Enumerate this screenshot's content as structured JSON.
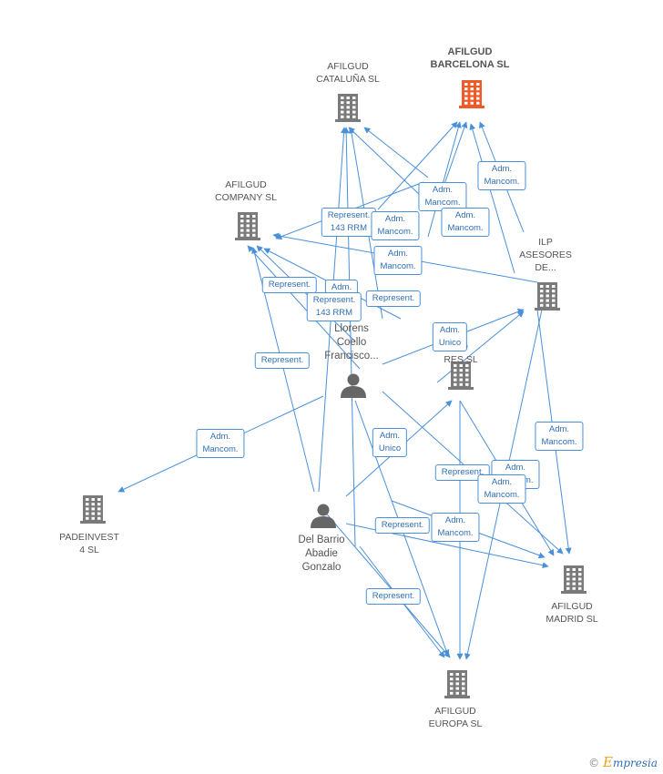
{
  "colors": {
    "edge": "#4a90d9",
    "company": "#7a7a7a",
    "focus_company": "#f05a28",
    "person": "#666666"
  },
  "nodes": {
    "cataluna": {
      "label_lines": [
        "AFILGUD",
        "CATALUÑA SL"
      ],
      "kind": "company",
      "icon": "building-icon"
    },
    "barcelona": {
      "label_lines": [
        "AFILGUD",
        "BARCELONA SL"
      ],
      "kind": "company",
      "focus": true,
      "icon": "building-icon"
    },
    "company": {
      "label_lines": [
        "AFILGUD",
        "COMPANY SL"
      ],
      "kind": "company",
      "icon": "building-icon"
    },
    "ilp": {
      "label_lines": [
        "ILP",
        "ASESORES",
        "DE..."
      ],
      "kind": "company",
      "icon": "building-icon"
    },
    "coller": {
      "label_lines": [
        "ER",
        "CO",
        "RES SL"
      ],
      "kind": "company",
      "icon": "building-icon"
    },
    "llorens": {
      "label_lines": [
        "Llorens",
        "Coello",
        "Francisco..."
      ],
      "kind": "person",
      "icon": "person-icon"
    },
    "padeinvest": {
      "label_lines": [
        "PADEINVEST",
        "4 SL"
      ],
      "kind": "company",
      "icon": "building-icon"
    },
    "delbarrio": {
      "label_lines": [
        "Del Barrio",
        "Abadie",
        "Gonzalo"
      ],
      "kind": "person",
      "icon": "person-icon"
    },
    "madrid": {
      "label_lines": [
        "AFILGUD",
        "MADRID SL"
      ],
      "kind": "company",
      "icon": "building-icon"
    },
    "europa": {
      "label_lines": [
        "AFILGUD",
        "EUROPA  SL"
      ],
      "kind": "company",
      "icon": "building-icon"
    }
  },
  "edge_labels": [
    {
      "lines": [
        "Adm.",
        "Mancom."
      ]
    },
    {
      "lines": [
        "Adm.",
        "Mancom."
      ]
    },
    {
      "lines": [
        "Represent.",
        "143 RRM"
      ]
    },
    {
      "lines": [
        "Adm.",
        "Mancom."
      ]
    },
    {
      "lines": [
        "Adm.",
        "Mancom."
      ]
    },
    {
      "lines": [
        "Adm.",
        "Mancom."
      ]
    },
    {
      "lines": [
        "Represent."
      ]
    },
    {
      "lines": [
        "Adm."
      ]
    },
    {
      "lines": [
        "Represent.",
        "143 RRM"
      ]
    },
    {
      "lines": [
        "Represent."
      ]
    },
    {
      "lines": [
        "Adm.",
        "Unico"
      ]
    },
    {
      "lines": [
        "Represent."
      ]
    },
    {
      "lines": [
        "Adm.",
        "Mancom."
      ]
    },
    {
      "lines": [
        "Adm.",
        "Unico"
      ]
    },
    {
      "lines": [
        "Adm.",
        "Mancom."
      ]
    },
    {
      "lines": [
        "Represent."
      ]
    },
    {
      "lines": [
        "Adm.",
        "Mancom."
      ]
    },
    {
      "lines": [
        "Adm.",
        "Mancom."
      ]
    },
    {
      "lines": [
        "Represent."
      ]
    },
    {
      "lines": [
        "Adm.",
        "Mancom."
      ]
    },
    {
      "lines": [
        "Represent."
      ]
    }
  ],
  "watermark": {
    "copyright": "©",
    "brand_initial": "E",
    "brand_rest": "mpresia"
  }
}
